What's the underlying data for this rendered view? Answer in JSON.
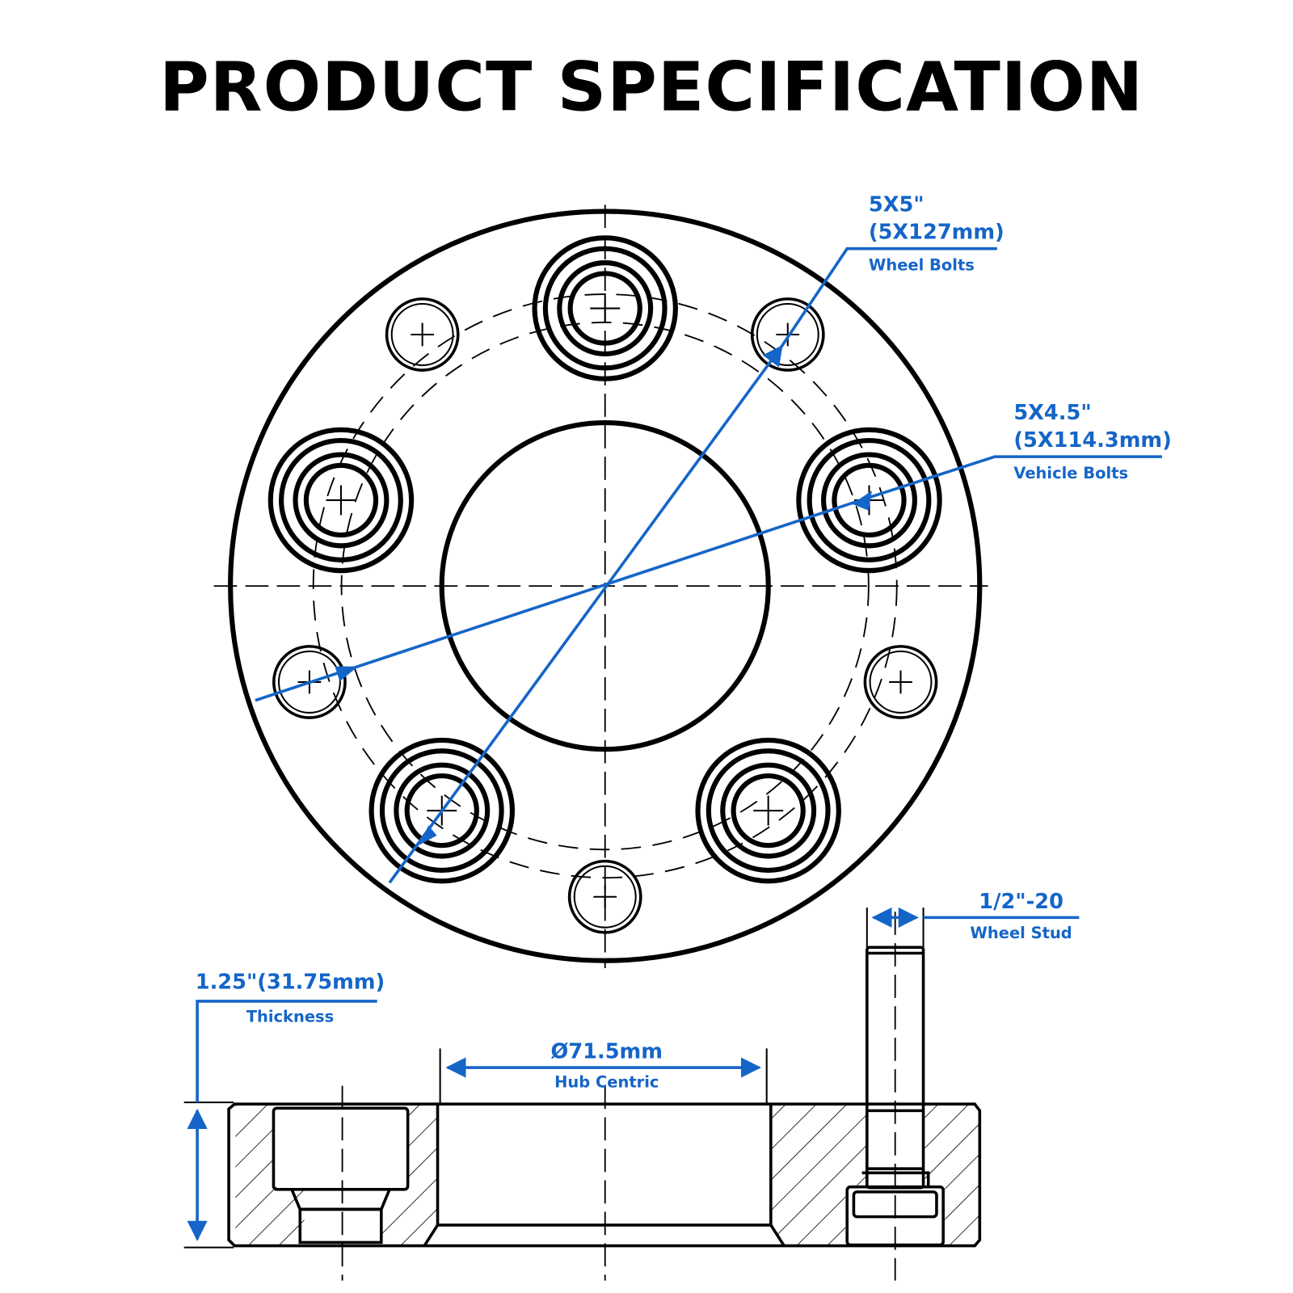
{
  "title": "PRODUCT SPECIFICATION",
  "accent_color": "#1565c8",
  "callouts": {
    "wheel_bolts": {
      "value_imperial": "5X5\"",
      "value_metric": "(5X127mm)",
      "caption": "Wheel Bolts"
    },
    "vehicle_bolts": {
      "value_imperial": "5X4.5\"",
      "value_metric": "(5X114.3mm)",
      "caption": "Vehicle Bolts"
    },
    "wheel_stud": {
      "value": "1/2\"-20",
      "caption": "Wheel Stud"
    },
    "thickness": {
      "value": "1.25\"(31.75mm)",
      "caption": "Thickness"
    },
    "hub_centric": {
      "value": "Ø71.5mm",
      "caption": "Hub Centric"
    }
  },
  "views": {
    "front": {
      "wheel_bolt_count": 5,
      "vehicle_bolt_count": 5
    },
    "section": {
      "label": "cross-section"
    }
  }
}
